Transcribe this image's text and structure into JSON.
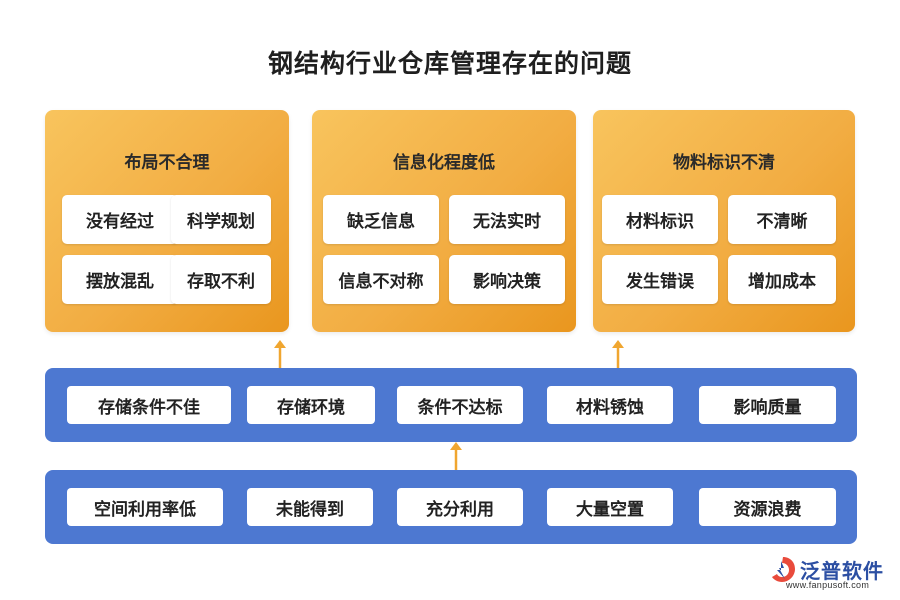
{
  "title": "钢结构行业仓库管理存在的问题",
  "panels": [
    {
      "title": "布局不合理",
      "items": [
        "没有经过",
        "科学规划",
        "摆放混乱",
        "存取不利"
      ]
    },
    {
      "title": "信息化程度低",
      "items": [
        "缺乏信息",
        "无法实时",
        "信息不对称",
        "影响决策"
      ]
    },
    {
      "title": "物料标识不清",
      "items": [
        "材料标识",
        "不清晰",
        "发生错误",
        "增加成本"
      ]
    }
  ],
  "band_middle": [
    "存储条件不佳",
    "存储环境",
    "条件不达标",
    "材料锈蚀",
    "影响质量"
  ],
  "band_bottom": [
    "空间利用率低",
    "未能得到",
    "充分利用",
    "大量空置",
    "资源浪费"
  ],
  "logo": {
    "name": "泛普软件",
    "url": "www.fanpusoft.com"
  },
  "colors": {
    "panel": "#f2ad43",
    "band": "#4d78d1",
    "arrow": "#f0a630",
    "logo": "#2c4fa3"
  }
}
